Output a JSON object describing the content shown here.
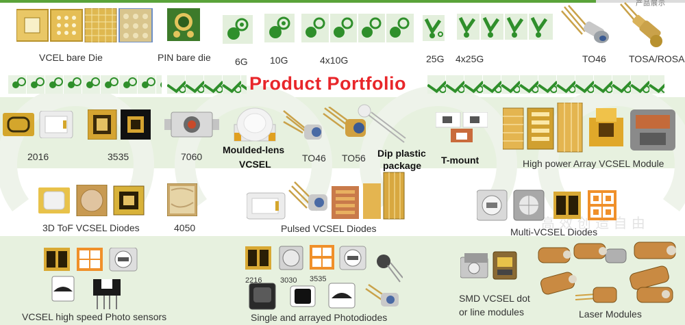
{
  "header": {
    "corner_text": "产品展示"
  },
  "title": "Product Portfolio",
  "row1": {
    "vcsel_bare_die": "VCEL bare Die",
    "pin_bare_die": "PIN bare die",
    "6g": "6G",
    "10g": "10G",
    "4x10g": "4x10G",
    "25g": "25G",
    "4x25g": "4x25G",
    "to46": "TO46",
    "tosa_rosa": "TOSA/ROSA"
  },
  "row2": {
    "p2016": "2016",
    "p3535": "3535",
    "p7060": "7060",
    "moulded_lens_1": "Moulded-lens",
    "moulded_lens_2": "VCSEL",
    "to46": "TO46",
    "to56": "TO56",
    "dip_plastic_1": "Dip plastic",
    "dip_plastic_2": "package",
    "t_mount": "T-mount",
    "high_power": "High power Array VCSEL Module"
  },
  "row3": {
    "tof": "3D ToF VCSEL Diodes",
    "p4050": "4050",
    "pulsed": "Pulsed VCSEL Diodes",
    "multi": "Multi-VCSEL Diodes"
  },
  "row4": {
    "photo_sensors": "VCSEL high speed Photo sensors",
    "p2216": "2216",
    "p3030": "3030",
    "p3535": "3535",
    "photodiodes": "Single and arrayed Photodiodes",
    "smd_1": "SMD VCSEL dot",
    "smd_2": "or line modules",
    "laser": "Laser Modules"
  },
  "colors": {
    "accent_green": "#5aa33a",
    "title_red": "#e8262a",
    "band_green": "#e7f1df",
    "chip_gold": "#c9a227",
    "chip_orange": "#f0902a"
  }
}
